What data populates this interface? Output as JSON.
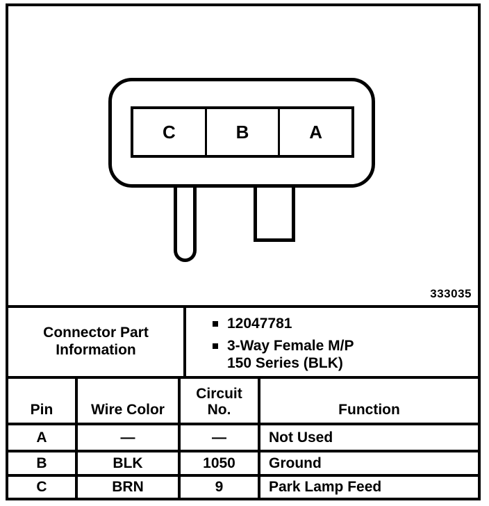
{
  "figure": {
    "pin_labels": [
      "C",
      "B",
      "A"
    ],
    "figure_number": "333035"
  },
  "connector_part_information": {
    "label": "Connector Part Information",
    "bullets": [
      "12047781",
      "3-Way Female M/P\n150 Series (BLK)"
    ],
    "bullet_icon": "square-bullet"
  },
  "pin_table": {
    "headers": [
      "Pin",
      "Wire Color",
      "Circuit\nNo.",
      "Function"
    ],
    "rows": [
      {
        "pin": "A",
        "wire_color": "—",
        "circuit_no": "—",
        "function": "Not Used"
      },
      {
        "pin": "B",
        "wire_color": "BLK",
        "circuit_no": "1050",
        "function": "Ground"
      },
      {
        "pin": "C",
        "wire_color": "BRN",
        "circuit_no": "9",
        "function": "Park Lamp Feed"
      }
    ]
  },
  "colors": {
    "ink": "#000000",
    "paper": "#ffffff"
  }
}
